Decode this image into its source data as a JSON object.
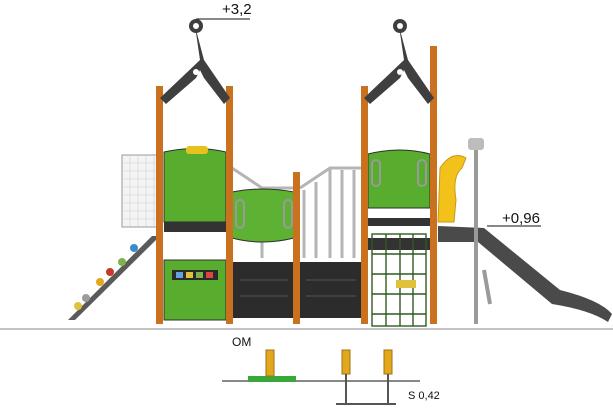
{
  "labels": {
    "top_height": "+3,2",
    "slide_height": "+0,96",
    "om": "OM",
    "s_value": "S 0,42"
  },
  "colors": {
    "post": "#c9711f",
    "panel_green": "#55a82c",
    "panel_green_light": "#6cc23a",
    "dark_metal": "#3a3a3a",
    "frame": "#4b4b4b",
    "slide": "#4a4a4a",
    "slide_hood": "#f2c21a",
    "rail": "#b8b8b8",
    "net": "#bdbdbd",
    "ground": "#999999"
  }
}
